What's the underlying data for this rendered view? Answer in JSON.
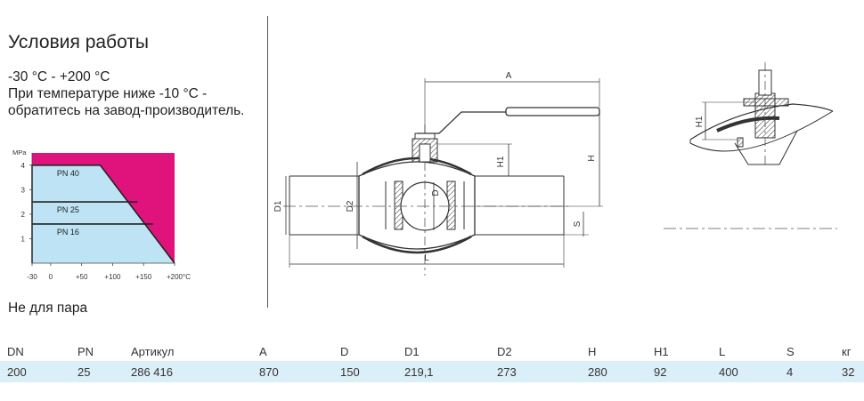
{
  "conditions": {
    "title": "Условия работы",
    "temp_range": "-30 °C - +200 °C",
    "note_line1": "При температуре ниже -10 °C -",
    "note_line2": "обратитесь на завод-производитель."
  },
  "steam_note": "Не для пара",
  "pt_chart": {
    "y_unit": "MPa",
    "y_ticks": [
      "4",
      "3",
      "2",
      "1"
    ],
    "x_ticks": [
      "-30",
      "0",
      "+50",
      "+100",
      "+150",
      "+200"
    ],
    "x_unit": "°C",
    "series": [
      "PN 40",
      "PN 25",
      "PN 16"
    ],
    "colors": {
      "allowed": "#bde3f4",
      "forbidden": "#e0137c"
    }
  },
  "chart_data": {
    "type": "area",
    "title": "",
    "ylabel": "MPa",
    "xlabel": "°C",
    "xlim": [
      -30,
      200
    ],
    "ylim": [
      0,
      4.5
    ],
    "series": [
      {
        "name": "PN 40",
        "x": [
          -30,
          80,
          200
        ],
        "y": [
          4,
          4,
          0
        ]
      },
      {
        "name": "PN 25",
        "x": [
          -30,
          140
        ],
        "y": [
          2.5,
          2.5
        ]
      },
      {
        "name": "PN 16",
        "x": [
          -30,
          165
        ],
        "y": [
          1.6,
          1.6
        ]
      }
    ]
  },
  "drawing": {
    "labels": {
      "A": "A",
      "H": "H",
      "H1": "H1",
      "D1": "D1",
      "D2": "D2",
      "D": "D",
      "L": "L",
      "S": "S"
    }
  },
  "table": {
    "headers": [
      "DN",
      "PN",
      "Артикул",
      "A",
      "D",
      "D1",
      "D2",
      "H",
      "H1",
      "L",
      "S",
      "кг"
    ],
    "row": [
      "200",
      "25",
      "286 416",
      "870",
      "150",
      "219,1",
      "273",
      "280",
      "92",
      "400",
      "4",
      "32"
    ]
  }
}
